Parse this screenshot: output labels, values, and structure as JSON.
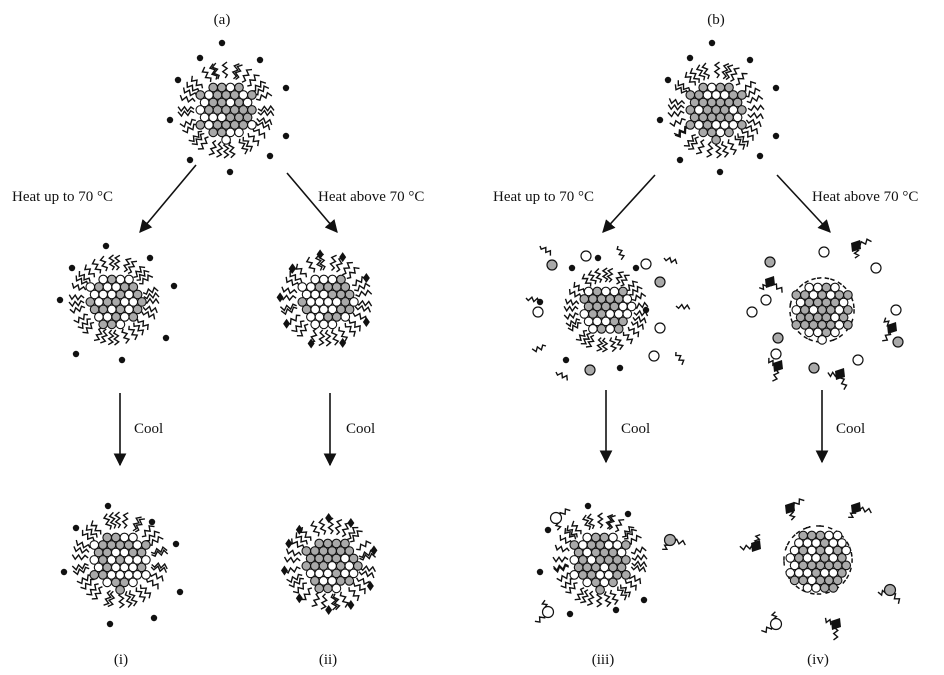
{
  "panels": {
    "a": {
      "label": "(a)",
      "left_arrow_label": "Heat up to 70 °C",
      "right_arrow_label": "Heat above 70 °C"
    },
    "b": {
      "label": "(b)",
      "left_arrow_label": "Heat up to 70 °C",
      "right_arrow_label": "Heat above 70 °C"
    }
  },
  "cool_label": "Cool",
  "case_labels": [
    "(i)",
    "(ii)",
    "(iii)",
    "(iv)"
  ],
  "colors": {
    "ink": "#111111",
    "grey_bead": "#a9a9a9",
    "white_bead": "#ffffff",
    "background": "#ffffff"
  },
  "icons": {
    "micelle": "micelle-icon",
    "surfactant": "surfactant-molecule-icon",
    "ion_dot": "ion-dot-icon",
    "bead": "bead-icon"
  }
}
